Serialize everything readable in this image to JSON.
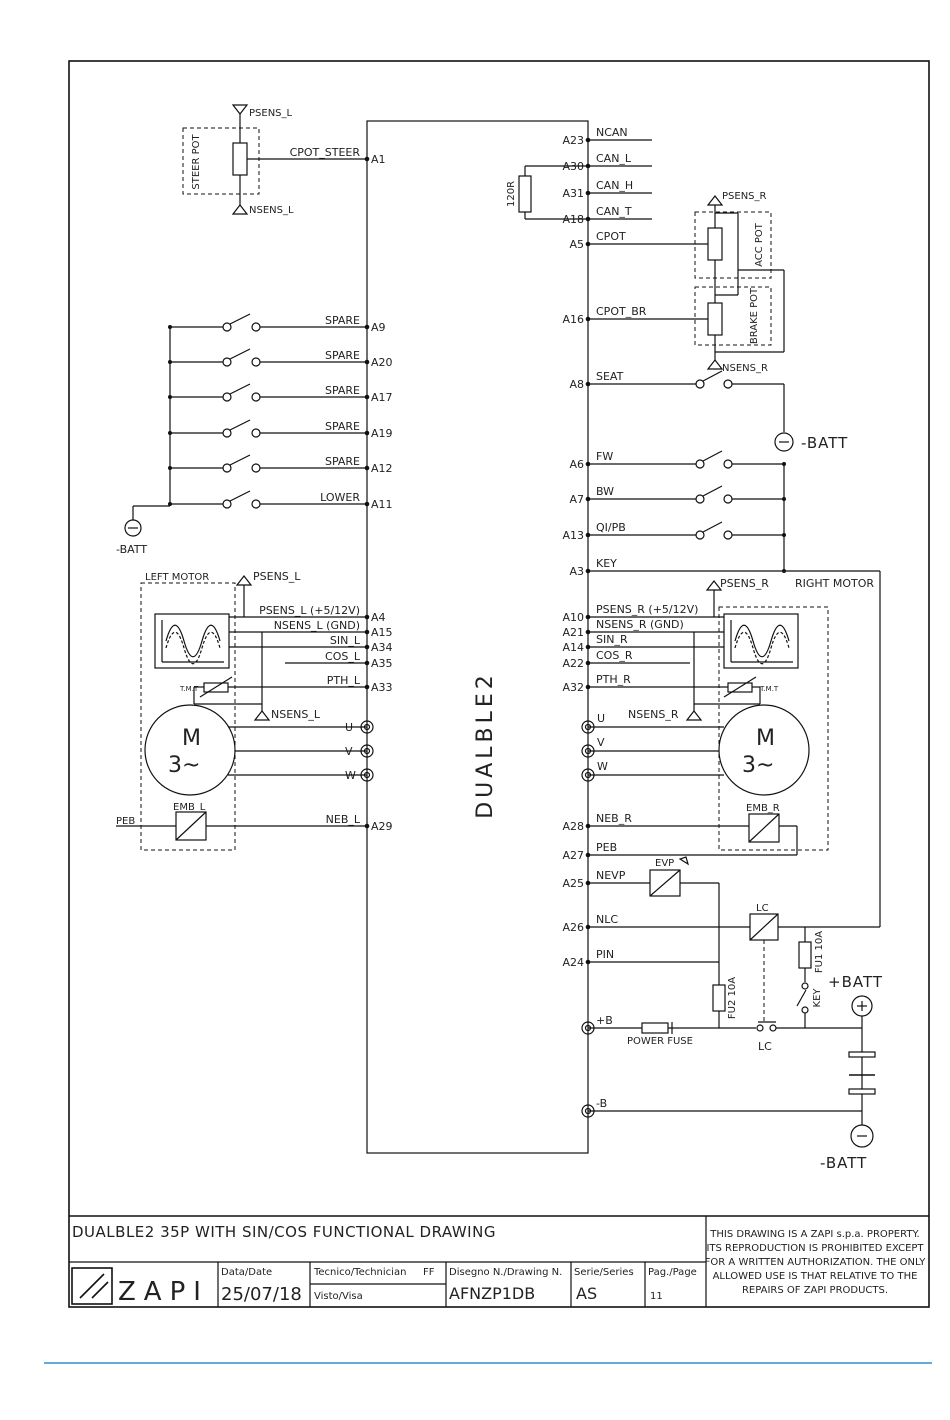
{
  "controller_label": "DUALBLE2",
  "left_pins": [
    {
      "pin": "A1",
      "signal": "CPOT_STEER"
    },
    {
      "pin": "A9",
      "signal": "SPARE"
    },
    {
      "pin": "A20",
      "signal": "SPARE"
    },
    {
      "pin": "A17",
      "signal": "SPARE"
    },
    {
      "pin": "A19",
      "signal": "SPARE"
    },
    {
      "pin": "A12",
      "signal": "SPARE"
    },
    {
      "pin": "A11",
      "signal": "LOWER"
    },
    {
      "pin": "A4",
      "signal": "PSENS_L (+5/12V)"
    },
    {
      "pin": "A15",
      "signal": "NSENS_L (GND)"
    },
    {
      "pin": "A34",
      "signal": "SIN_L"
    },
    {
      "pin": "A35",
      "signal": "COS_L"
    },
    {
      "pin": "A33",
      "signal": "PTH_L"
    },
    {
      "pin": "U",
      "signal": ""
    },
    {
      "pin": "V",
      "signal": ""
    },
    {
      "pin": "W",
      "signal": ""
    },
    {
      "pin": "A29",
      "signal": "NEB_L"
    }
  ],
  "right_pins": [
    {
      "pin": "A23",
      "signal": "NCAN"
    },
    {
      "pin": "A30",
      "signal": "CAN_L"
    },
    {
      "pin": "A31",
      "signal": "CAN_H"
    },
    {
      "pin": "A18",
      "signal": "CAN_T"
    },
    {
      "pin": "A5",
      "signal": "CPOT"
    },
    {
      "pin": "A16",
      "signal": "CPOT_BR"
    },
    {
      "pin": "A8",
      "signal": "SEAT"
    },
    {
      "pin": "A6",
      "signal": "FW"
    },
    {
      "pin": "A7",
      "signal": "BW"
    },
    {
      "pin": "A13",
      "signal": "QI/PB"
    },
    {
      "pin": "A3",
      "signal": "KEY"
    },
    {
      "pin": "A10",
      "signal": "PSENS_R (+5/12V)"
    },
    {
      "pin": "A21",
      "signal": "NSENS_R (GND)"
    },
    {
      "pin": "A14",
      "signal": "SIN_R"
    },
    {
      "pin": "A22",
      "signal": "COS_R"
    },
    {
      "pin": "A32",
      "signal": "PTH_R"
    },
    {
      "pin": "U",
      "signal": ""
    },
    {
      "pin": "V",
      "signal": ""
    },
    {
      "pin": "W",
      "signal": ""
    },
    {
      "pin": "A28",
      "signal": "NEB_R"
    },
    {
      "pin": "A27",
      "signal": "PEB"
    },
    {
      "pin": "A25",
      "signal": "NEVP"
    },
    {
      "pin": "A26",
      "signal": "NLC"
    },
    {
      "pin": "A24",
      "signal": "PIN"
    },
    {
      "pin": "",
      "signal": "+B"
    },
    {
      "pin": "",
      "signal": "-B"
    }
  ],
  "labels": {
    "psens_l": "PSENS_L",
    "nsens_l": "NSENS_L",
    "steer_pot": "STEER POT",
    "batt_neg": "-BATT",
    "batt_pos": "+BATT",
    "left_motor": "LEFT MOTOR",
    "right_motor": "RIGHT MOTOR",
    "psens_r": "PSENS_R",
    "nsens_r": "NSENS_R",
    "acc_pot": "ACC POT",
    "brake_pot": "BRAKE POT",
    "r120": "120R",
    "motor_m": "M",
    "motor_3": "3~",
    "tmt": "T.M.T",
    "emb_l": "EMB_L",
    "emb_r": "EMB_R",
    "peb": "PEB",
    "evp": "EVP",
    "lc": "LC",
    "fu1": "FU1 10A",
    "fu2": "FU2 10A",
    "key": "KEY",
    "power_fuse": "POWER FUSE"
  },
  "title_block": {
    "title": "DUALBLE2 35P WITH SIN/COS FUNCTIONAL DRAWING",
    "logo": "ZAPI",
    "date_label": "Data/Date",
    "date_value": "25/07/18",
    "tech_label": "Tecnico/Technician",
    "tech_value": "FF",
    "visa_label": "Visto/Visa",
    "drawing_label": "Disegno N./Drawing N.",
    "drawing_value": "AFNZP1DB",
    "series_label": "Serie/Series",
    "series_value": "AS",
    "page_label": "Pag./Page",
    "page_value": "11",
    "notice": [
      "THIS DRAWING IS A ZAPI s.p.a. PROPERTY.",
      "ITS REPRODUCTION IS PROHIBITED EXCEPT",
      "FOR A WRITTEN AUTHORIZATION. THE ONLY",
      "ALLOWED USE IS THAT RELATIVE TO THE",
      "REPAIRS OF ZAPI PRODUCTS."
    ]
  },
  "colors": {
    "footer_rule": "#2a8fd0"
  }
}
